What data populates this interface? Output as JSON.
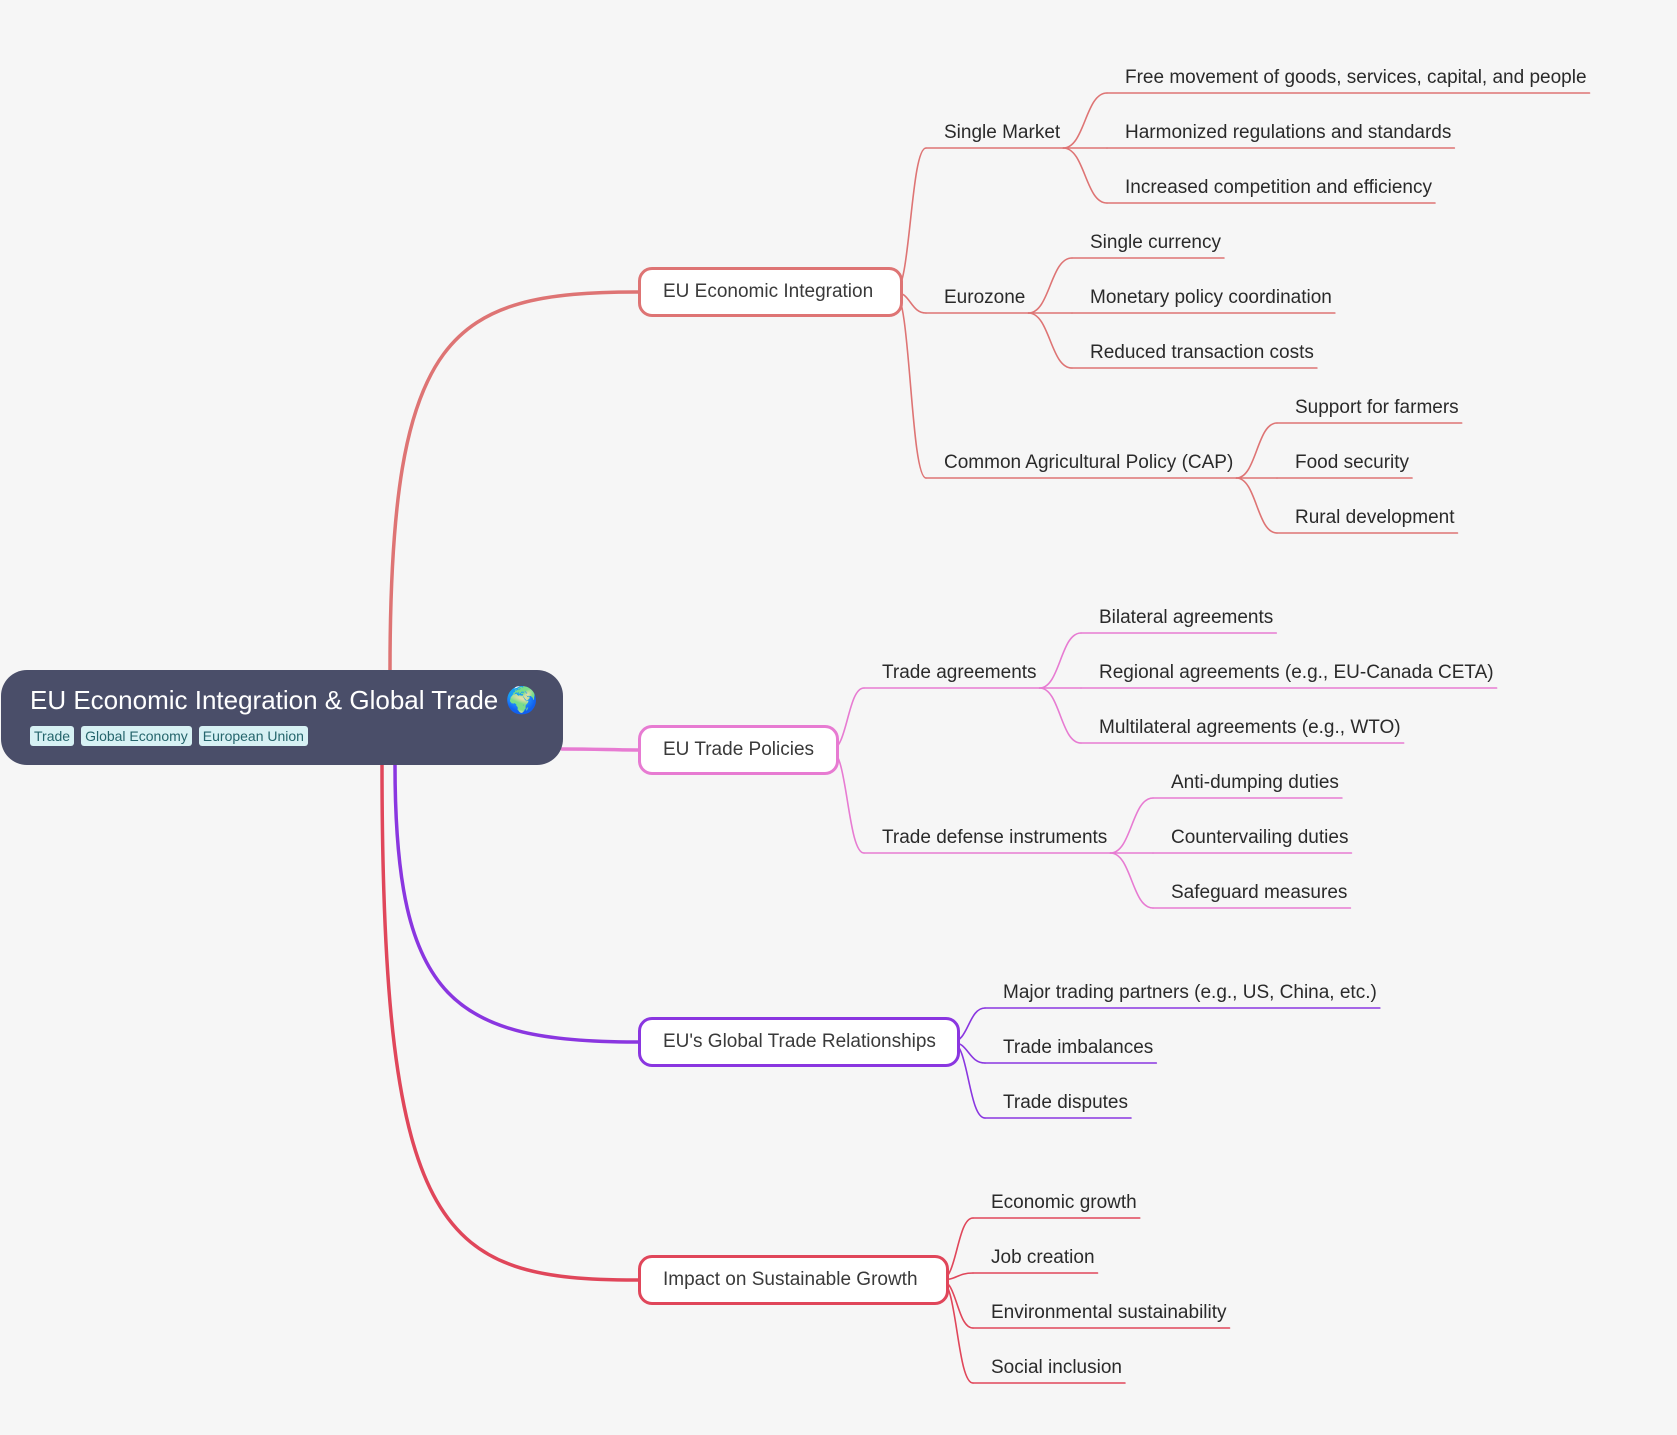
{
  "root": {
    "title": "EU Economic Integration & Global Trade",
    "emoji": "🌍",
    "tags": [
      "Trade",
      "Global Economy",
      "European Union"
    ]
  },
  "colors": {
    "background": "#f6f6f6",
    "root": "#4a4e69",
    "tag_bg": "#d7f1f4",
    "branch_economic": "#de7474",
    "branch_policies": "#e77bd2",
    "branch_relationships": "#8a36e0",
    "branch_impact": "#e0465a"
  },
  "branches": [
    {
      "label": "EU Economic Integration",
      "color": "#de7474",
      "children": [
        {
          "label": "Single Market",
          "children": [
            "Free movement of goods, services, capital, and people",
            "Harmonized regulations and standards",
            "Increased competition and efficiency"
          ]
        },
        {
          "label": "Eurozone",
          "children": [
            "Single currency",
            "Monetary policy coordination",
            "Reduced transaction costs"
          ]
        },
        {
          "label": "Common Agricultural Policy (CAP)",
          "children": [
            "Support for farmers",
            "Food security",
            "Rural development"
          ]
        }
      ]
    },
    {
      "label": "EU Trade Policies",
      "color": "#e77bd2",
      "children": [
        {
          "label": "Trade agreements",
          "children": [
            "Bilateral agreements",
            "Regional agreements (e.g., EU-Canada CETA)",
            "Multilateral agreements (e.g., WTO)"
          ]
        },
        {
          "label": "Trade defense instruments",
          "children": [
            "Anti-dumping duties",
            "Countervailing duties",
            "Safeguard measures"
          ]
        }
      ]
    },
    {
      "label": "EU's Global Trade Relationships",
      "color": "#8a36e0",
      "children": [
        {
          "label": "Major trading partners (e.g., US, China, etc.)",
          "children": []
        },
        {
          "label": "Trade imbalances",
          "children": []
        },
        {
          "label": "Trade disputes",
          "children": []
        }
      ]
    },
    {
      "label": "Impact on Sustainable Growth",
      "color": "#e0465a",
      "children": [
        {
          "label": "Economic growth",
          "children": []
        },
        {
          "label": "Job creation",
          "children": []
        },
        {
          "label": "Environmental sustainability",
          "children": []
        },
        {
          "label": "Social inclusion",
          "children": []
        }
      ]
    }
  ]
}
